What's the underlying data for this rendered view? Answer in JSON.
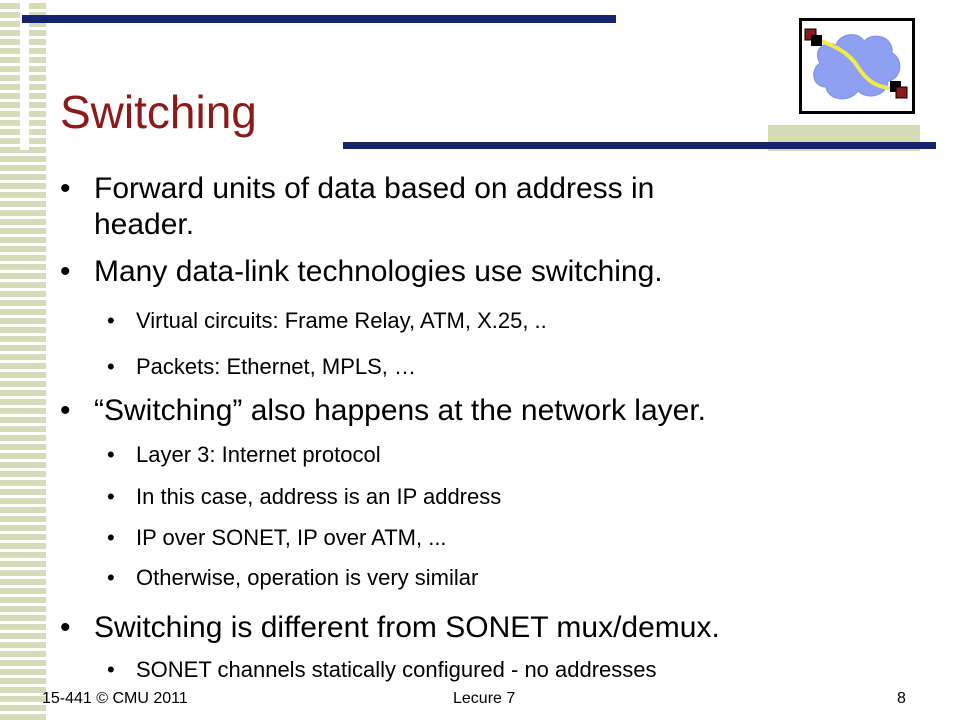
{
  "slide": {
    "title": "Switching",
    "bullet_glyph": "•",
    "bullets": [
      {
        "text": "Forward units of data based on address in",
        "cont": "header.",
        "sub": []
      },
      {
        "text": "Many data-link technologies use switching.",
        "sub": [
          "Virtual circuits: Frame Relay, ATM, X.25, ..",
          "Packets: Ethernet, MPLS, …"
        ]
      },
      {
        "text": "“Switching” also happens at the network layer.",
        "sub": [
          "Layer 3: Internet protocol",
          "In this case, address is an IP address",
          "IP over SONET, IP over ATM, ...",
          "Otherwise, operation is very similar"
        ]
      },
      {
        "text": "Switching is different from SONET mux/demux.",
        "sub": [
          "SONET channels statically configured - no addresses"
        ]
      }
    ]
  },
  "footer": {
    "course": "15-441 © CMU 2011",
    "lecture": "Lecure 7",
    "page_number": "8"
  },
  "logo": {
    "icon": "network-cloud-icon"
  },
  "colors": {
    "title": "#8b1a1a",
    "rule": "#14236b",
    "accent": "#d7dcb8"
  }
}
